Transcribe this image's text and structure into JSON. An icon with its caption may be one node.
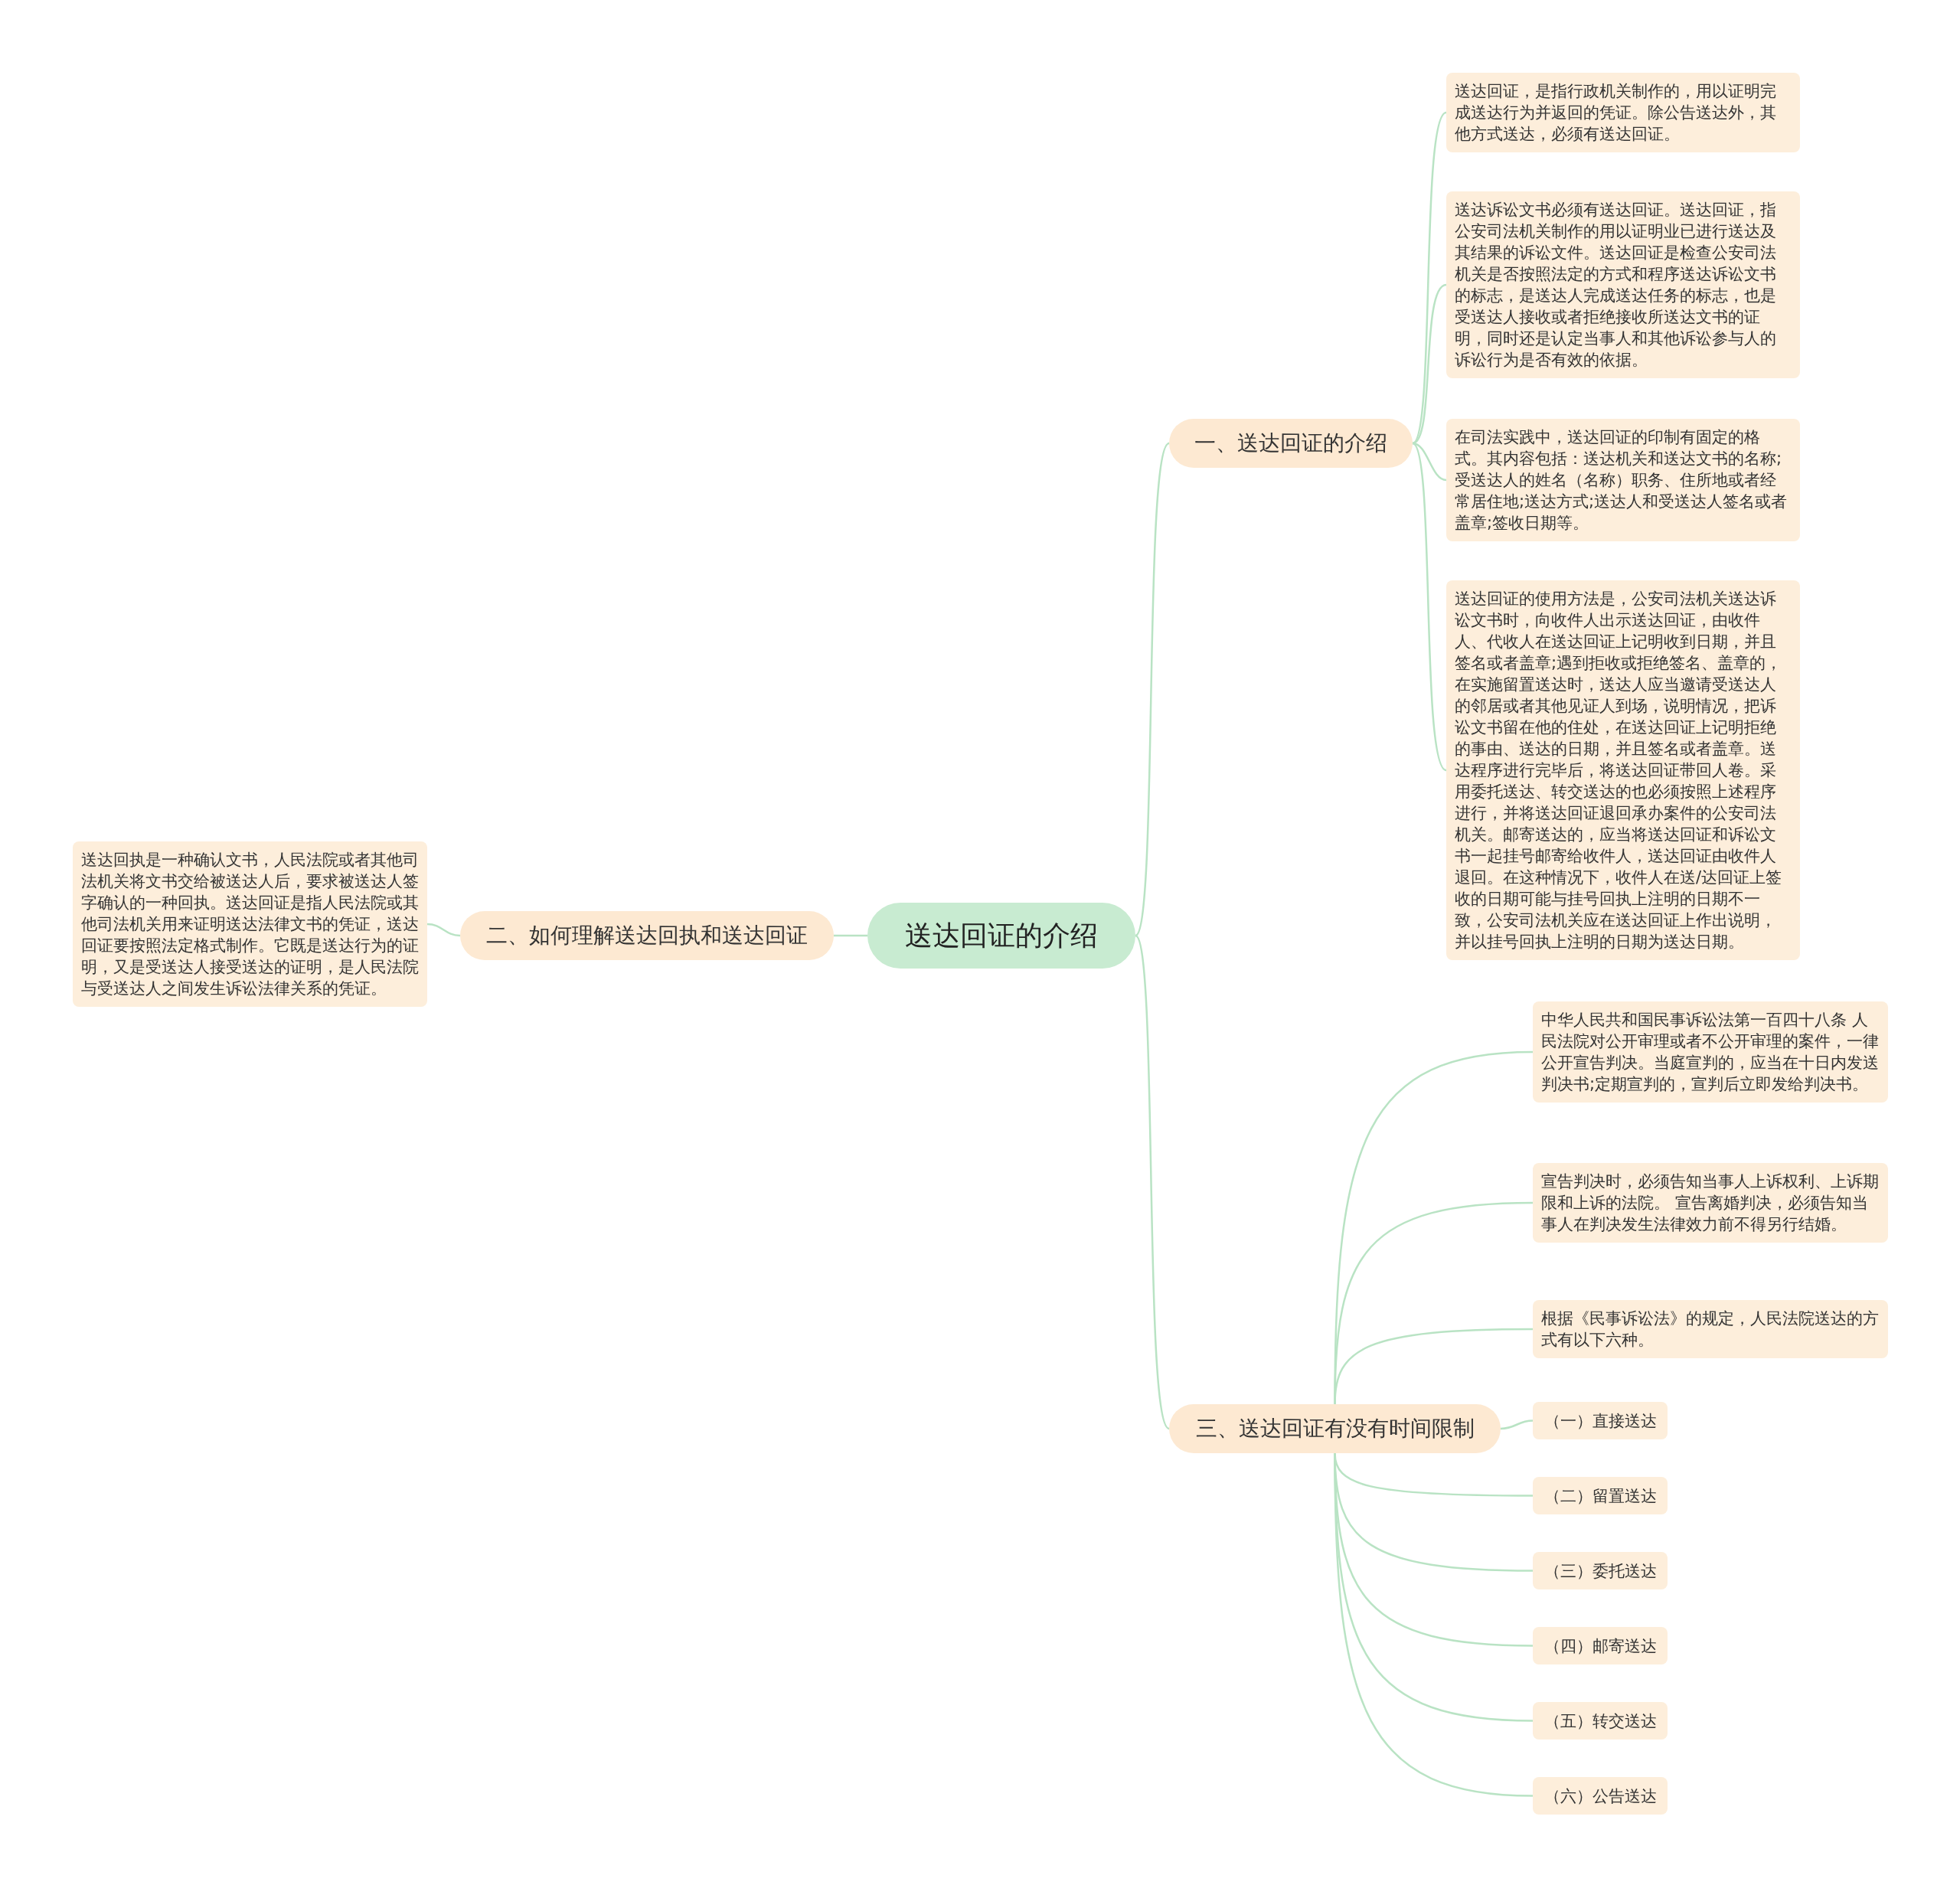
{
  "diagram": {
    "nodes": [
      {
        "text": [
          "送达回证的介绍"
        ]
      },
      {
        "text": [
          "一、送达回证的介绍"
        ]
      },
      {
        "text": [
          "送达回证，是指行政机关制作的，用以证明完成送达行为并返回的凭证。除公告送达外，其他方式送达，必须有送达回证。"
        ]
      },
      {
        "text": [
          "送达诉讼文书必须有送达回证。送达回证，指公安司法机关制作的用以证明业已进行送达及其结果的诉讼文件。送达回证是检查公安司法机关是否按照法定的方式和程序送达诉讼文书的标志，是送达人完成送达任务的标志，也是受送达人接收或者拒绝接收所送达文书的证明，同时还是认定当事人和其他诉讼参与人的诉讼行为是否有效的依据。"
        ]
      },
      {
        "text": [
          "在司法实践中，送达回证的印制有固定的格式。其内容包括：送达机关和送达文书的名称;受送达人的姓名（名称）职务、住所地或者经常居住地;送达方式;送达人和受送达人签名或者盖章;签收日期等。"
        ]
      },
      {
        "text": [
          "送达回证的使用方法是，公安司法机关送达诉讼文书时，向收件人出示送达回证，由收件人、代收人在送达回证上记明收到日期，并且签名或者盖章;遇到拒收或拒绝签名、盖章的，在实施留置送达时，送达人应当邀请受送达人的邻居或者其他见证人到场，说明情况，把诉讼文书留在他的住处，在送达回证上记明拒绝的事由、送达的日期，并且签名或者盖章。送达程序进行完毕后，将送达回证带回人卷。采用委托送达、转交送达的也必须按照上述程序进行，并将送达回证退回承办案件的公安司法机关。邮寄送达的，应当将送达回证和诉讼文书一起挂号邮寄给收件人，送达回证由收件人退回。在这种情况下，收件人在送/达回证上签收的日期可能与挂号回执上注明的日期不一致，公安司法机关应在送达回证上作出说明，并以挂号回执上注明的日期为送达日期。"
        ]
      },
      {
        "text": [
          "二、如何理解送达回执和送达回证"
        ]
      },
      {
        "text": [
          "送达回执是一种确认文书，人民法院或者其他司法机关将文书交给被送达人后，要求被送达人签字确认的一种回执。送达回证是指人民法院或其他司法机关用来证明送达法律文书的凭证，送达回证要按照法定格式制作。它既是送达行为的证明，又是受送达人接受送达的证明，是人民法院与受送达人之间发生诉讼法律关系的凭证。"
        ]
      },
      {
        "text": [
          "三、送达回证有没有时间限制"
        ]
      },
      {
        "text": [
          "中华人民共和国民事诉讼法第一百四十八条 人民法院对公开审理或者不公开审理的案件，一律公开宣告判决。当庭宣判的，应当在十日内发送判决书;定期宣判的，宣判后立即发给判决书。"
        ]
      },
      {
        "text": [
          "宣告判决时，必须告知当事人上诉权利、上诉期限和上诉的法院。 宣告离婚判决，必须告知当事人在判决发生法律效力前不得另行结婚。"
        ]
      },
      {
        "text": [
          "根据《民事诉讼法》的规定，人民法院送达的方式有以下六种。"
        ]
      },
      {
        "text": [
          "（一）直接送达"
        ]
      },
      {
        "text": [
          "（二）留置送达"
        ]
      },
      {
        "text": [
          "（三）委托送达"
        ]
      },
      {
        "text": [
          "（四）邮寄送达"
        ]
      },
      {
        "text": [
          "（五）转交送达"
        ]
      },
      {
        "text": [
          "（六）公告送达"
        ]
      }
    ],
    "edges": [
      {
        "from": 0,
        "to": 1,
        "arrow": "none"
      },
      {
        "from": 1,
        "to": 2,
        "arrow": "none"
      },
      {
        "from": 1,
        "to": 3,
        "arrow": "none"
      },
      {
        "from": 1,
        "to": 4,
        "arrow": "none"
      },
      {
        "from": 1,
        "to": 5,
        "arrow": "none"
      },
      {
        "from": 0,
        "to": 6,
        "arrow": "none"
      },
      {
        "from": 6,
        "to": 7,
        "arrow": "none"
      },
      {
        "from": 0,
        "to": 8,
        "arrow": "none"
      },
      {
        "from": 8,
        "to": 9,
        "arrow": "none"
      },
      {
        "from": 8,
        "to": 10,
        "arrow": "none"
      },
      {
        "from": 8,
        "to": 11,
        "arrow": "none"
      },
      {
        "from": 8,
        "to": 12,
        "arrow": "none"
      },
      {
        "from": 8,
        "to": 13,
        "arrow": "none"
      },
      {
        "from": 8,
        "to": 14,
        "arrow": "none"
      },
      {
        "from": 8,
        "to": 15,
        "arrow": "none"
      },
      {
        "from": 8,
        "to": 16,
        "arrow": "none"
      },
      {
        "from": 8,
        "to": 17,
        "arrow": "none"
      }
    ]
  }
}
